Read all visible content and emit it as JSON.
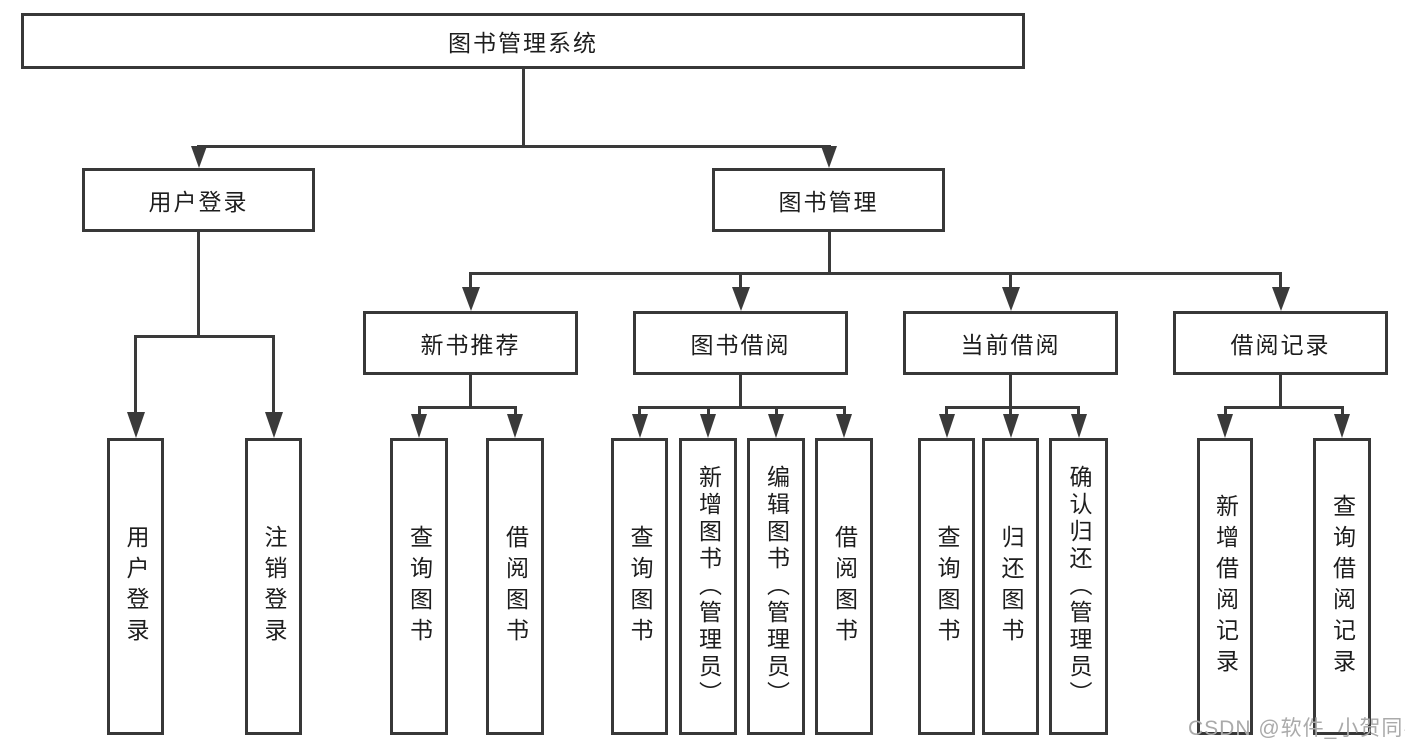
{
  "diagram_title": "图书管理系统",
  "tree": {
    "label": "图书管理系统",
    "children": [
      {
        "label": "用户登录",
        "children": [
          {
            "label": "用户登录"
          },
          {
            "label": "注销登录"
          }
        ]
      },
      {
        "label": "图书管理",
        "children": [
          {
            "label": "新书推荐",
            "children": [
              {
                "label": "查询图书"
              },
              {
                "label": "借阅图书"
              }
            ]
          },
          {
            "label": "图书借阅",
            "children": [
              {
                "label": "查询图书"
              },
              {
                "label": "新增图书（管理员）"
              },
              {
                "label": "编辑图书（管理员）"
              },
              {
                "label": "借阅图书"
              }
            ]
          },
          {
            "label": "当前借阅",
            "children": [
              {
                "label": "查询图书"
              },
              {
                "label": "归还图书"
              },
              {
                "label": "确认归还（管理员）"
              }
            ]
          },
          {
            "label": "借阅记录",
            "children": [
              {
                "label": "新增借阅记录"
              },
              {
                "label": "查询借阅记录"
              }
            ]
          }
        ]
      }
    ]
  },
  "watermark": "CSDN @软件_小贺同学",
  "colors": {
    "line": "#3a3a3a",
    "box_border": "#383838",
    "text": "#1d1d1d",
    "watermark": "#aaaaaa",
    "background": "#ffffff"
  }
}
